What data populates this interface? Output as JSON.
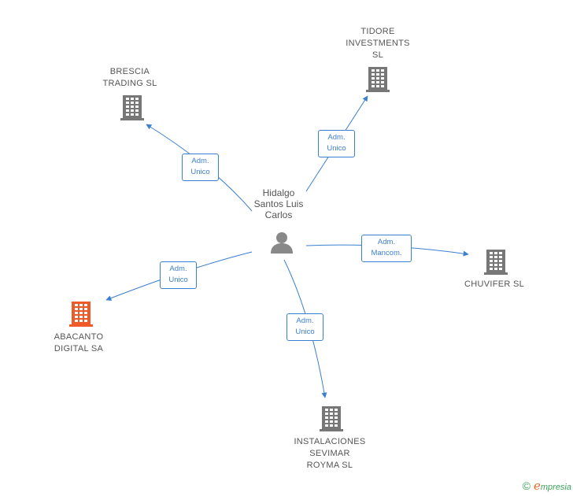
{
  "person": {
    "name_lines": [
      "Hidalgo",
      "Santos Luis",
      "Carlos"
    ],
    "icon": "person-icon",
    "color": "#888888"
  },
  "companies": [
    {
      "id": "tidore",
      "lines": [
        "TIDORE",
        "INVESTMENTS",
        "SL"
      ],
      "icon": "building-icon",
      "color": "#777777"
    },
    {
      "id": "brescia",
      "lines": [
        "BRESCIA",
        "TRADING SL"
      ],
      "icon": "building-icon",
      "color": "#777777"
    },
    {
      "id": "chuvifer",
      "lines": [
        "CHUVIFER SL"
      ],
      "icon": "building-icon",
      "color": "#777777"
    },
    {
      "id": "abacanto",
      "lines": [
        "ABACANTO",
        "DIGITAL SA"
      ],
      "icon": "building-icon",
      "color": "#f05a28"
    },
    {
      "id": "instalaciones",
      "lines": [
        "INSTALACIONES",
        "SEVIMAR",
        "ROYMA SL"
      ],
      "icon": "building-icon",
      "color": "#777777"
    }
  ],
  "relations": [
    {
      "to": "tidore",
      "lines": [
        "Adm.",
        "Unico"
      ]
    },
    {
      "to": "brescia",
      "lines": [
        "Adm.",
        "Unico"
      ]
    },
    {
      "to": "chuvifer",
      "lines": [
        "Adm.",
        "Mancom."
      ]
    },
    {
      "to": "abacanto",
      "lines": [
        "Adm.",
        "Unico"
      ]
    },
    {
      "to": "instalaciones",
      "lines": [
        "Adm.",
        "Unico"
      ]
    }
  ],
  "edge_color": "#3b7fd0",
  "footer": {
    "copyright_symbol": "©",
    "brand_initial": "e",
    "brand_rest": "mpresia"
  }
}
